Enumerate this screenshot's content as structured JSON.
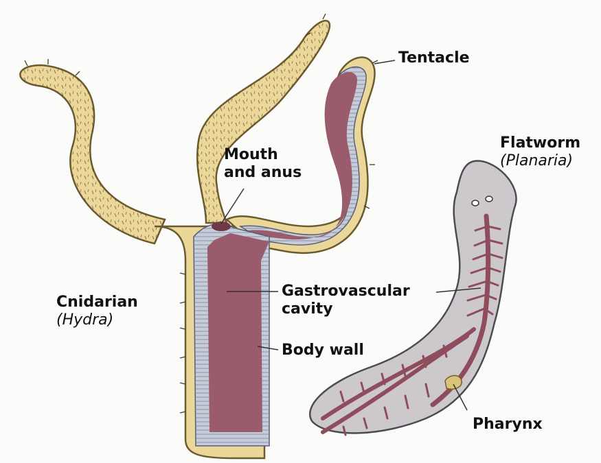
{
  "labels": {
    "tentacle": "Tentacle",
    "mouth_line1": "Mouth",
    "mouth_line2": "and anus",
    "gastro_line1": "Gastrovascular",
    "gastro_line2": "cavity",
    "body_wall": "Body wall",
    "cnidarian": "Cnidarian",
    "hydra": "(Hydra)",
    "flatworm": "Flatworm",
    "planaria": "(Planaria)",
    "pharynx": "Pharynx"
  },
  "colors": {
    "hydra_body": "#ecd79a",
    "hydra_outline": "#6a5a2e",
    "cavity": "#9a5b6c",
    "body_wall": "#c6ccd8",
    "flatworm_body": "#cdc8cc",
    "flatworm_gut": "#8e4c5c",
    "leader_line": "#333333"
  }
}
